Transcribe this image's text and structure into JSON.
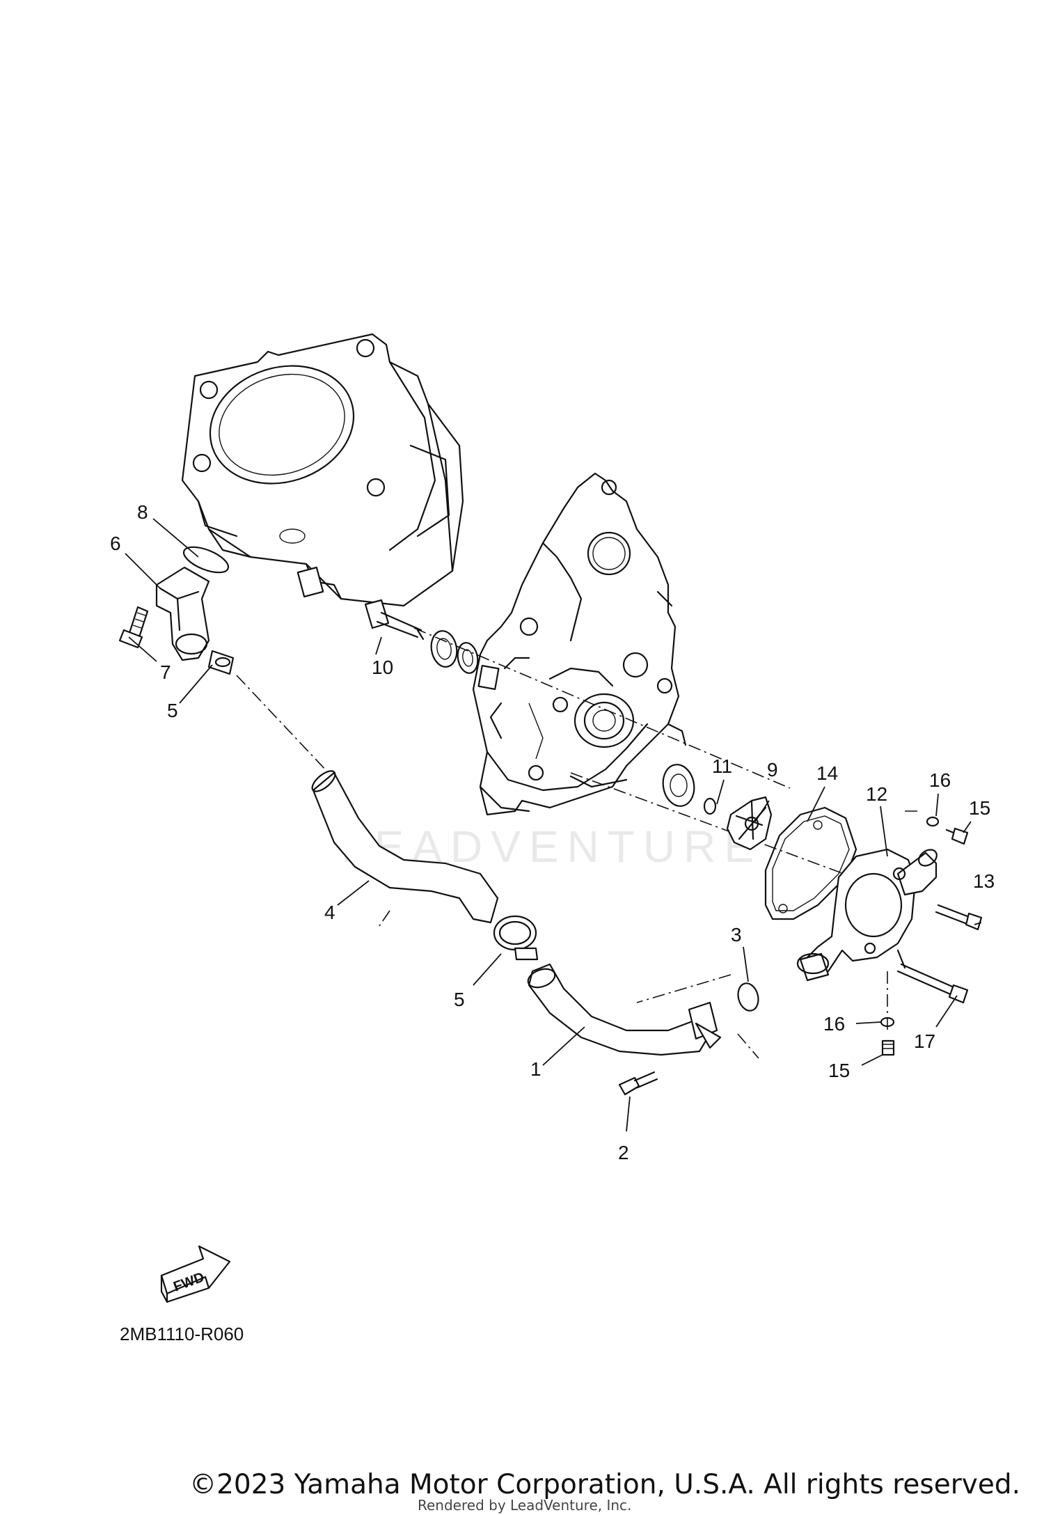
{
  "watermark": "LEADVENTURE",
  "callouts": [
    "8",
    "6",
    "7",
    "5",
    "10",
    "4",
    "5",
    "1",
    "2",
    "3",
    "11",
    "9",
    "14",
    "12",
    "16",
    "15",
    "13",
    "17",
    "16",
    "15"
  ],
  "fwd_label": "FWD",
  "diagram_code": "2MB1110-R060",
  "copyright": "©2023 Yamaha Motor Corporation, U.S.A. All rights reserved.",
  "rendered_by": "Rendered by LeadVenture, Inc."
}
